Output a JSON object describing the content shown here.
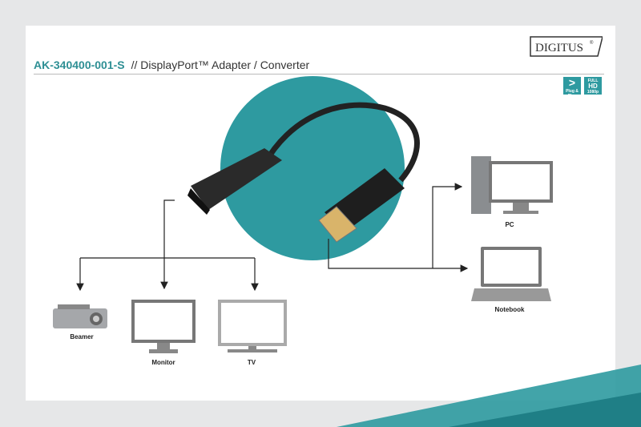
{
  "brand": {
    "logo": "DIGITUS®",
    "accent": "#2e9aa0"
  },
  "header": {
    "product_code": "AK-340400-001-S",
    "title": "// DisplayPort™ Adapter / Converter"
  },
  "badges": [
    {
      "icon": "plug-and-play-icon",
      "label": "Plug & Play"
    },
    {
      "icon": "full-hd-icon",
      "top": "FULL",
      "mid": "HD",
      "label": "1080p"
    }
  ],
  "devices": {
    "pc": "PC",
    "notebook": "Notebook",
    "beamer": "Beamer",
    "monitor": "Monitor",
    "tv": "TV"
  }
}
